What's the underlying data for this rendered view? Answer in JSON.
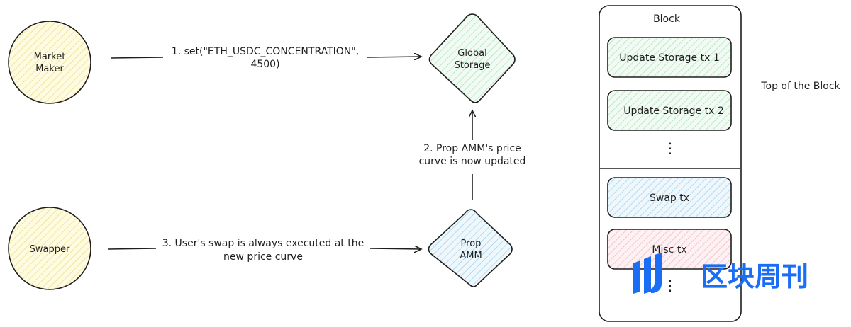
{
  "nodes": {
    "market_maker": {
      "line1": "Market",
      "line2": "Maker",
      "fill": "#fdf6c3"
    },
    "swapper": {
      "label": "Swapper",
      "fill": "#fdf6c3"
    },
    "global_storage": {
      "line1": "Global",
      "line2": "Storage",
      "fill": "#d3f5dc"
    },
    "prop_amm": {
      "line1": "Prop",
      "line2": "AMM",
      "fill": "#cde8f6"
    }
  },
  "edges": {
    "edge1": {
      "line1": "1. set(\"ETH_USDC_CONCENTRATION\",",
      "line2": "4500)"
    },
    "edge2": {
      "line1": "2. Prop AMM's price",
      "line2": "curve is now updated"
    },
    "edge3": {
      "line1": "3. User's swap is always executed at the",
      "line2": "new price curve"
    }
  },
  "block": {
    "title": "Block",
    "side_label": "Top of the Block",
    "top_txs": [
      {
        "label": "Update Storage tx 1",
        "fill": "#d3f5dc"
      },
      {
        "label": "Update Storage tx 2",
        "fill": "#d3f5dc"
      }
    ],
    "bottom_txs": [
      {
        "label": "Swap tx",
        "fill": "#cde8f6"
      },
      {
        "label": "Misc tx",
        "fill": "#f8d7de"
      }
    ],
    "ellipsis": "⋮"
  },
  "watermark": {
    "text": "区块周刊",
    "color": "#1a6ef5"
  }
}
